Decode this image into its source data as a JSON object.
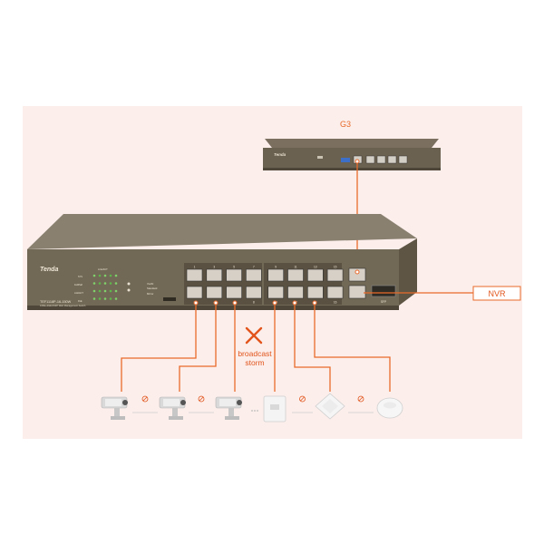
{
  "diagram": {
    "router_label": "G3",
    "nvr_label": "NVR",
    "broadcast_label_line1": "broadcast",
    "broadcast_label_line2": "storm",
    "brand": "Tenda",
    "switch_model": "TEF1118P-16-150W",
    "switch_desc": "16FE+1GE/1SFP Web Management Switch",
    "ports_top": [
      "1",
      "3",
      "5",
      "7",
      "9",
      "11",
      "13",
      "15"
    ],
    "ports_bottom": [
      "2",
      "4",
      "6",
      "8",
      "10",
      "12",
      "14",
      "16"
    ],
    "port_uplink_top": "17",
    "sfp_label": "SFP",
    "led_labels": [
      "Link/ACT",
      "PoE",
      "1G",
      "10/100M"
    ],
    "led_left_labels": [
      "SYS",
      "Full/Half",
      "Link/ACT",
      "PoE"
    ],
    "side_labels": [
      "VLAN",
      "Standard",
      "Mirror"
    ],
    "colors": {
      "link": "#e96a2a",
      "accent": "#e2541b",
      "panel": "#fbeeeb",
      "device": "#6b6150"
    }
  }
}
